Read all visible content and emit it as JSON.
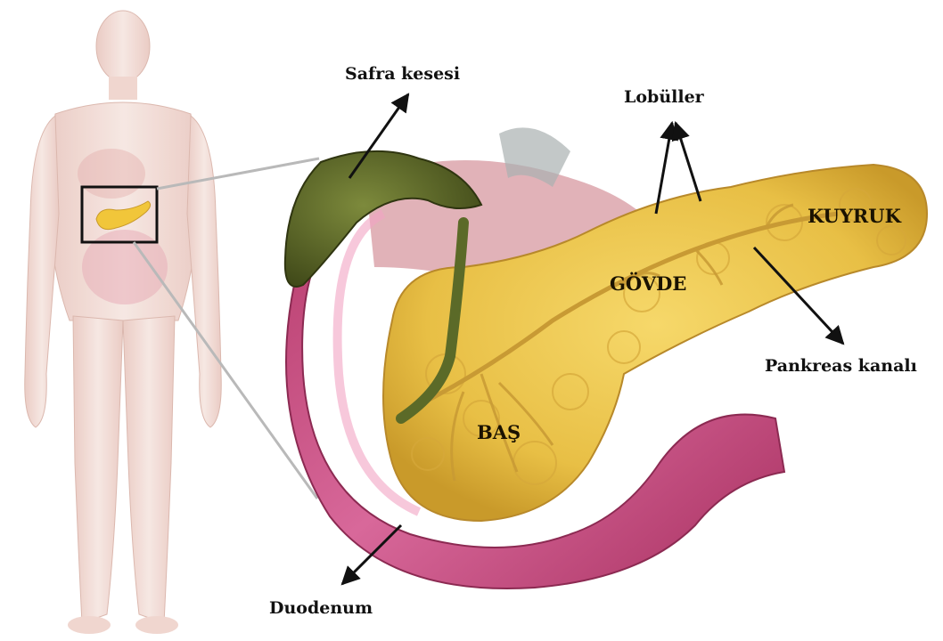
{
  "labels": {
    "gallbladder": "Safra kesesi",
    "lobules": "Lobüller",
    "tail": "KUYRUK",
    "body": "GÖVDE",
    "pancreatic_duct": "Pankreas kanalı",
    "head": "BAŞ",
    "duodenum": "Duodenum"
  },
  "colors": {
    "pancreas": "#e8c24a",
    "duodenum": "#c84a7a",
    "gallbladder": "#5f6a2a",
    "skin": "#f1d9d3",
    "arrow": "#111111"
  }
}
